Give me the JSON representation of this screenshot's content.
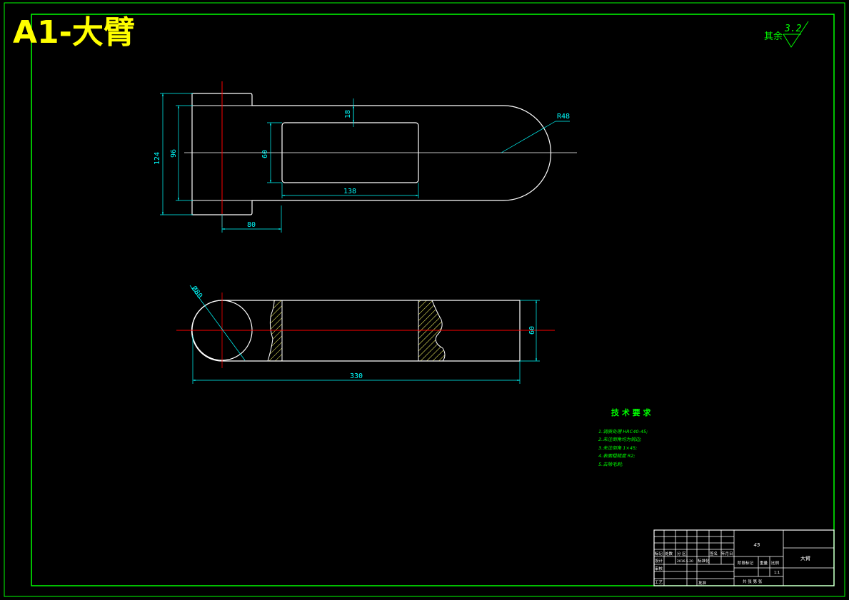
{
  "title": {
    "text": "A1-大臂"
  },
  "roughness": {
    "prefix": "其余",
    "value": "3.2"
  },
  "top_view": {
    "dims": {
      "d124": "124",
      "d96": "96",
      "d60": "60",
      "d18": "18",
      "d138": "138",
      "d80": "80",
      "r48": "R48"
    }
  },
  "front_view": {
    "dims": {
      "phi80": "Ø80",
      "d60": "60",
      "d330": "330"
    }
  },
  "tech_req": {
    "heading": "技 术 要 求",
    "items": [
      "1.调质处理 HRC40-45;",
      "2.未注倒角均为锐边;",
      "3.未注倒角 1×45;",
      "4.表面粗糙度 R2;",
      "5.去除毛刺;"
    ]
  },
  "title_block": {
    "material": "45",
    "part_name": "大臂",
    "labels": {
      "mark": "标记",
      "count": "处数",
      "zone": "分 区",
      "sign": "签名",
      "date": "年月日",
      "design": "设计",
      "standard": "标准化",
      "check": "审核",
      "process": "工艺",
      "approve": "批准",
      "stage_mark": "阶段标记",
      "weight": "重量",
      "scale": "比例",
      "sheet": "共  张 第  张"
    },
    "values": {
      "design_date": "2016.5.20",
      "scale_value": "1:1"
    }
  },
  "colors": {
    "border": "#00ff00",
    "outline": "#ffffff",
    "center": "#ff0000",
    "dimension": "#00ffff",
    "title_text": "#ffff00",
    "note_text": "#00ff00",
    "hatch": "#ffff66"
  }
}
